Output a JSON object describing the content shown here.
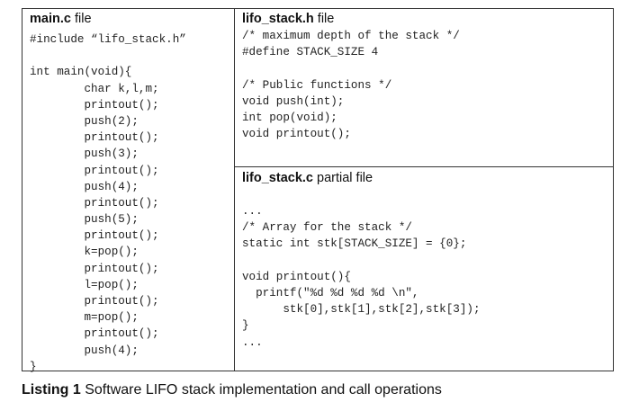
{
  "main_c": {
    "heading_name": "main.c",
    "heading_suffix": " file",
    "lines": [
      "#include “lifo_stack.h”",
      "",
      "int main(void){",
      "        char k,l,m;",
      "        printout();",
      "        push(2);",
      "        printout();",
      "        push(3);",
      "        printout();",
      "        push(4);",
      "        printout();",
      "        push(5);",
      "        printout();",
      "        k=pop();",
      "        printout();",
      "        l=pop();",
      "        printout();",
      "        m=pop();",
      "        printout();",
      "        push(4);",
      "}"
    ]
  },
  "lifo_stack_h": {
    "heading_name": "lifo_stack.h",
    "heading_suffix": " file",
    "lines": [
      "/* maximum depth of the stack */",
      "#define STACK_SIZE 4",
      "",
      "/* Public functions */",
      "void push(int);",
      "int pop(void);",
      "void printout();"
    ]
  },
  "lifo_stack_c": {
    "heading_name": "lifo_stack.c",
    "heading_suffix": " partial file",
    "lines": [
      "...",
      "/* Array for the stack */",
      "static int stk[STACK_SIZE] = {0};",
      "",
      "void printout(){",
      "  printf(\"%d %d %d %d \\n\",",
      "      stk[0],stk[1],stk[2],stk[3]);",
      "}",
      "..."
    ]
  },
  "caption": {
    "label": "Listing 1",
    "text": " Software LIFO stack implementation and call operations"
  }
}
